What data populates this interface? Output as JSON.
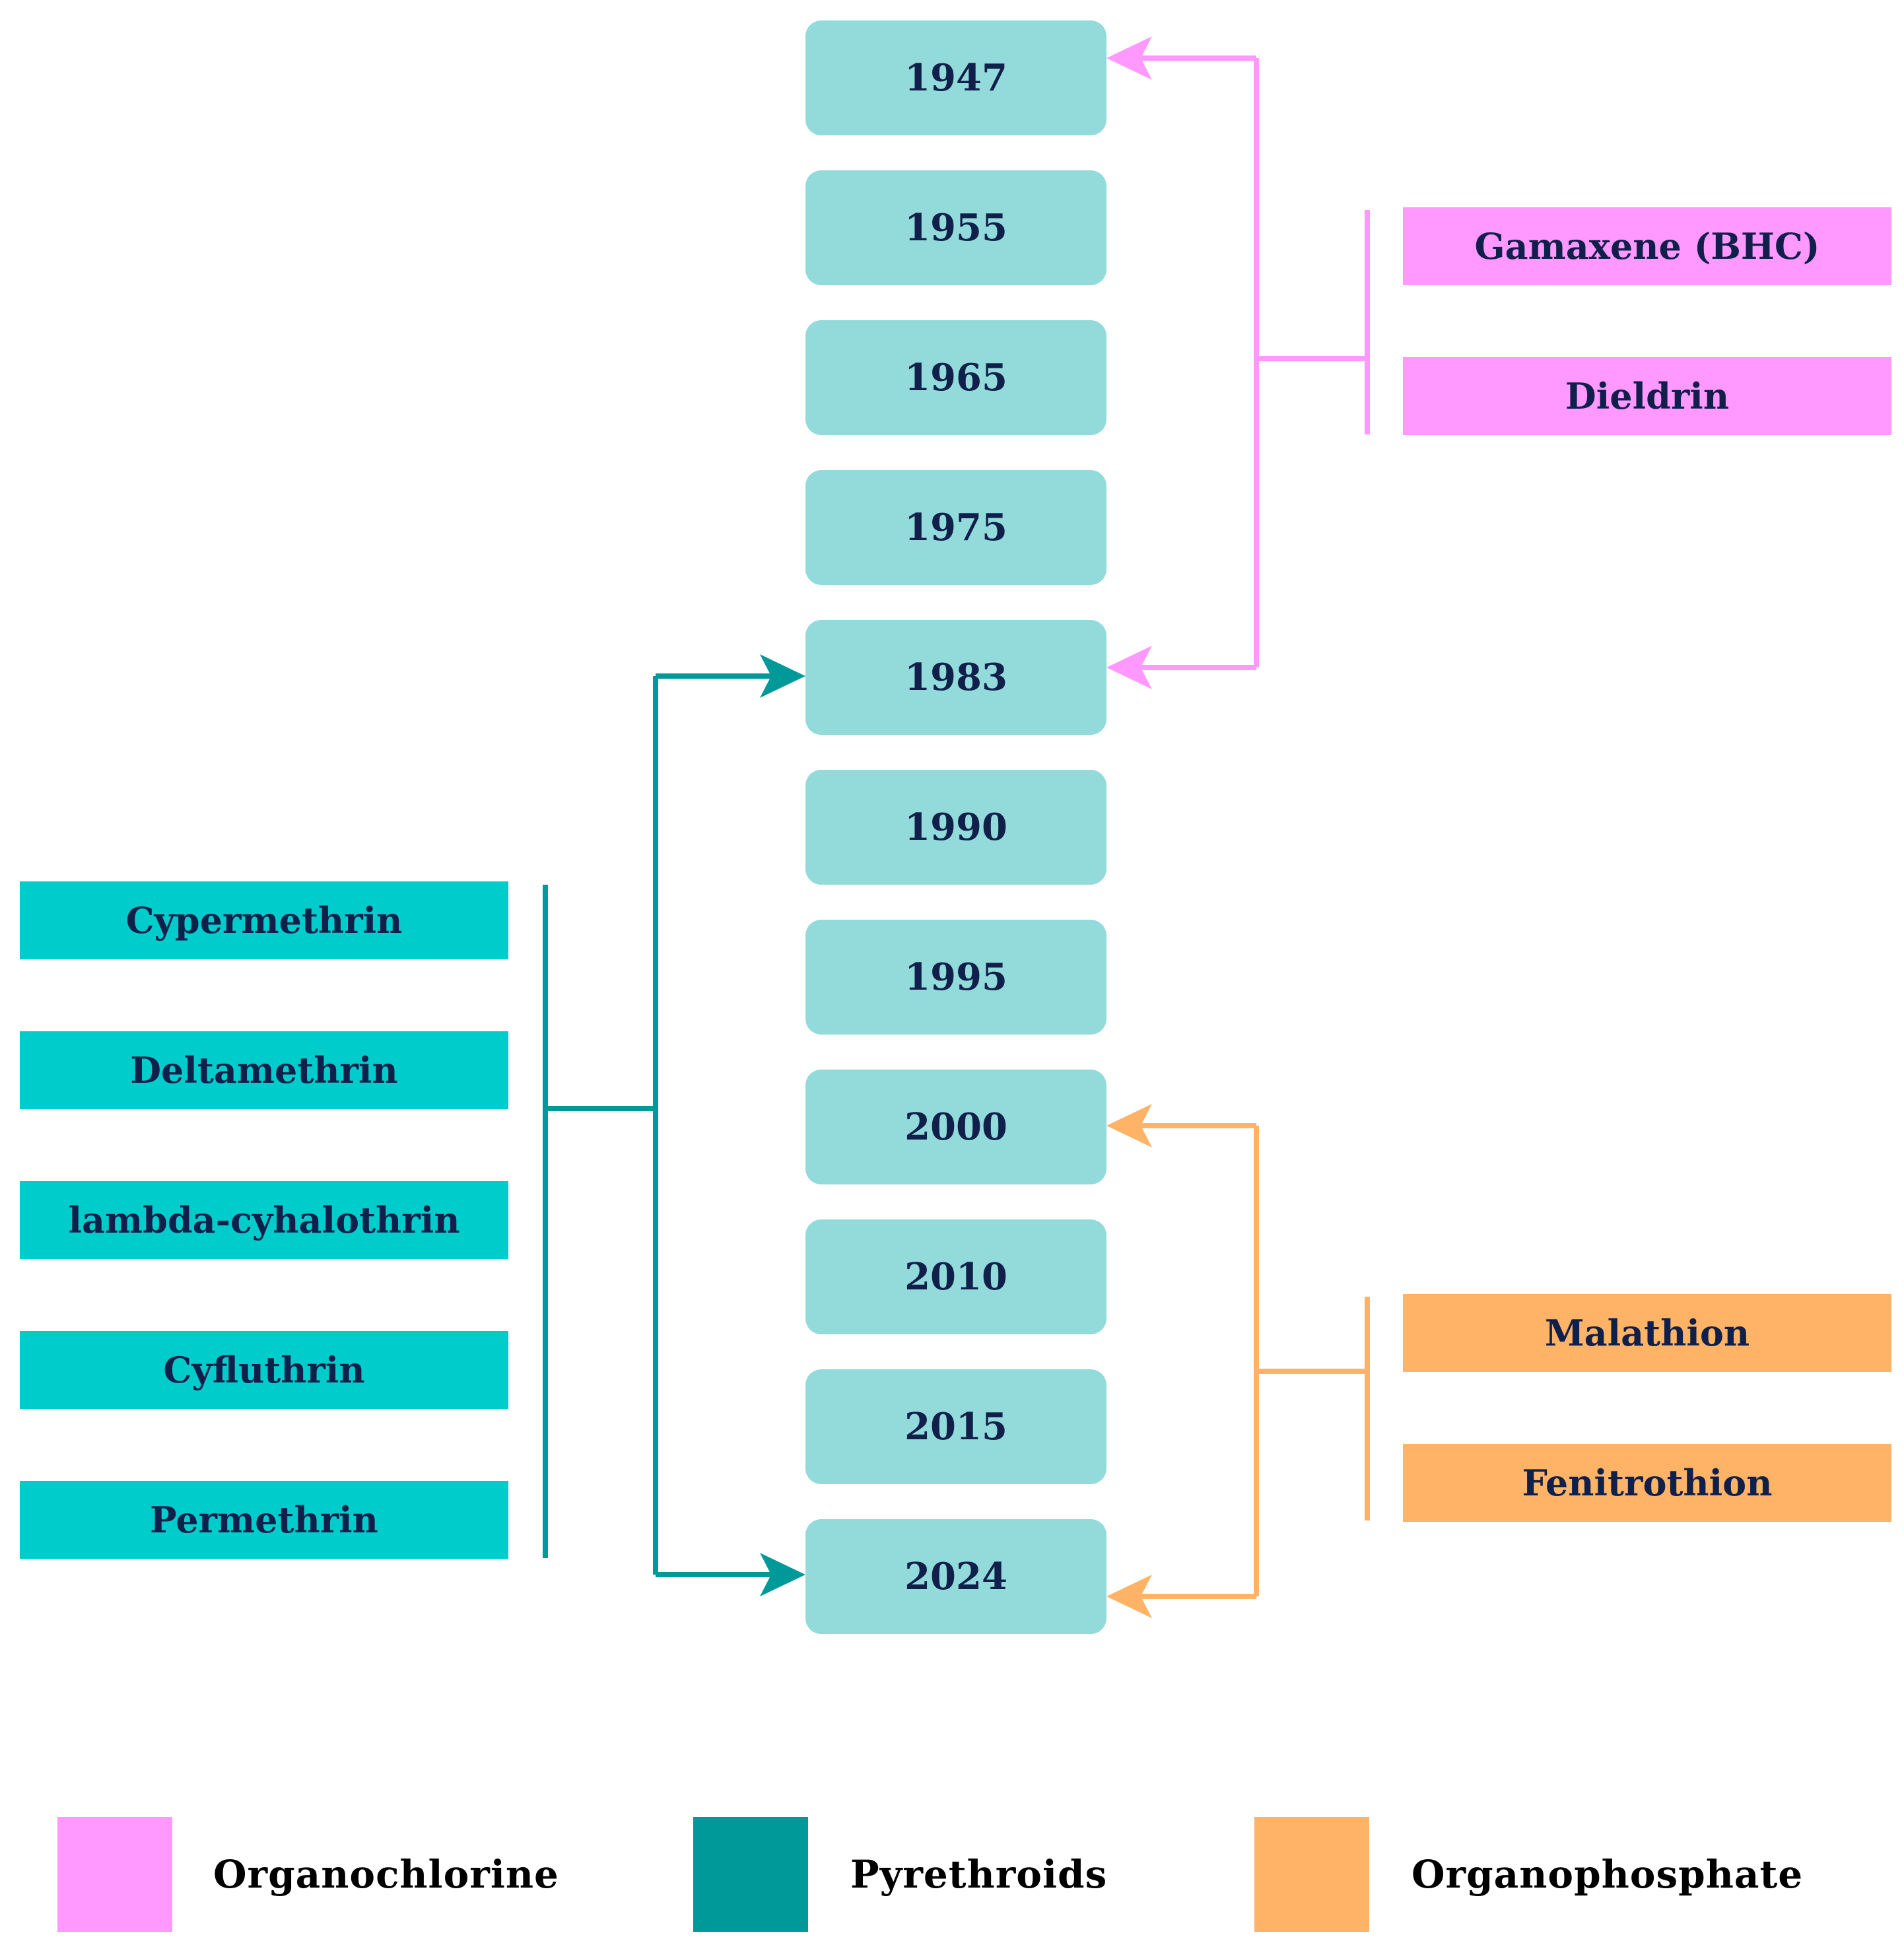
{
  "colors": {
    "organochlorine": "#ff99ff",
    "pyrethroids_legend": "#009999",
    "pyrethroids_connector": "#009999",
    "pyrethroids_boxes": "#00cccc",
    "organophosphate": "#ffb366",
    "year_box": "#93dbdb",
    "text": "#10204a"
  },
  "years": [
    "1947",
    "1955",
    "1965",
    "1975",
    "1983",
    "1990",
    "1995",
    "2000",
    "2010",
    "2015",
    "2024"
  ],
  "organochlorine": {
    "compounds": [
      "Gamaxene (BHC)",
      "Dieldrin"
    ],
    "arrow_to_years": [
      "1947",
      "1983"
    ]
  },
  "pyrethroids": {
    "compounds": [
      "Cypermethrin",
      "Deltamethrin",
      "lambda-cyhalothrin",
      "Cyfluthrin",
      "Permethrin"
    ],
    "arrow_to_years": [
      "1983",
      "2024"
    ]
  },
  "organophosphate": {
    "compounds": [
      "Malathion",
      "Fenitrothion"
    ],
    "arrow_to_years": [
      "2000",
      "2024"
    ]
  },
  "legend": {
    "organochlorine": "Organochlorine",
    "pyrethroids": "Pyrethroids",
    "organophosphate": "Organophosphate"
  }
}
